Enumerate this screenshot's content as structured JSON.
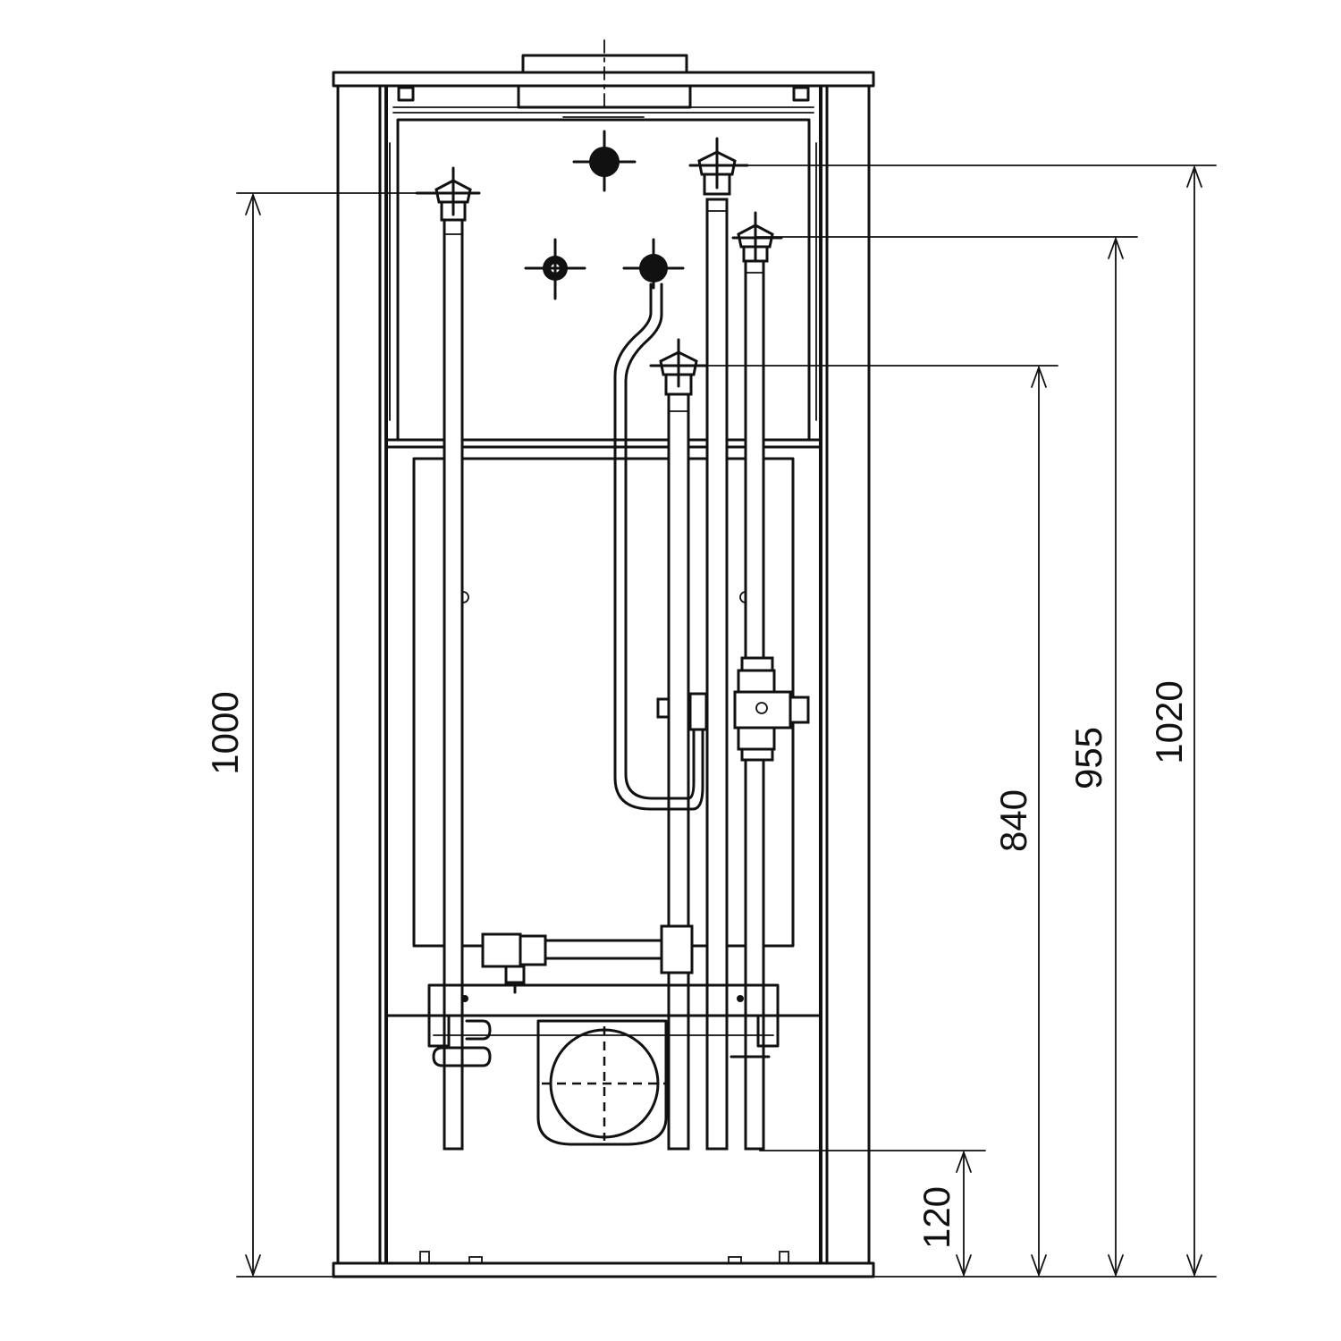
{
  "dimensions": [
    {
      "id": "d1000",
      "value": "1000"
    },
    {
      "id": "d120",
      "value": "120"
    },
    {
      "id": "d840",
      "value": "840"
    },
    {
      "id": "d955",
      "value": "955"
    },
    {
      "id": "d1020",
      "value": "1020"
    }
  ]
}
